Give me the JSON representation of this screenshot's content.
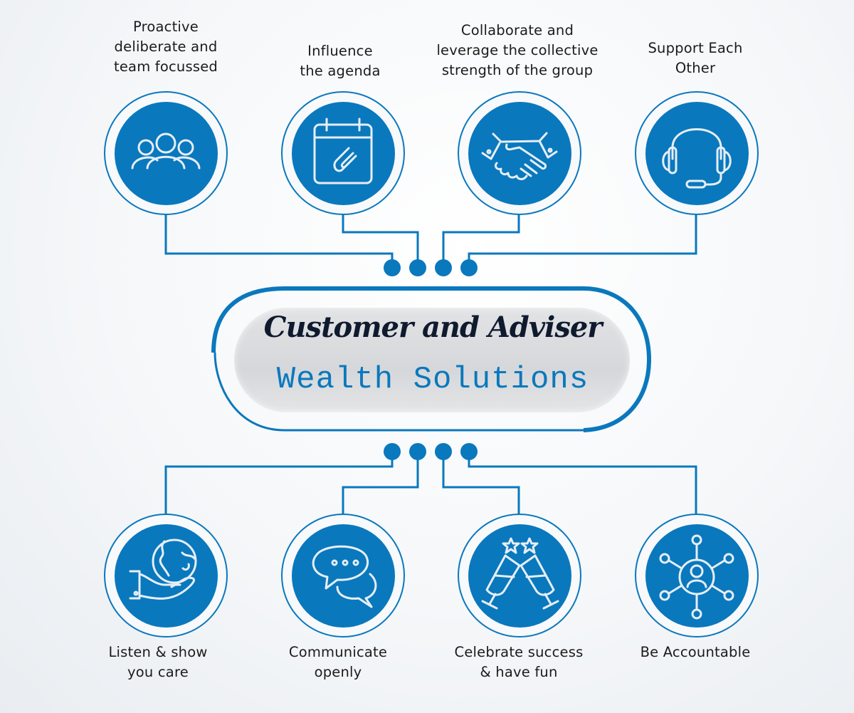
{
  "center": {
    "title_line1": "Customer and Adviser",
    "title_line2": "Wealth Solutions"
  },
  "colors": {
    "accent": "#0a78bd",
    "icon_stroke": "#e6eef5",
    "text": "#1b1b1b",
    "title_dark": "#0f1a2e",
    "pill_fill": "#dcdddf"
  },
  "top_values": [
    {
      "label": "Proactive\ndeliberate and\nteam focussed",
      "icon": "team-icon"
    },
    {
      "label": "Influence\nthe agenda",
      "icon": "calendar-magnet-icon"
    },
    {
      "label": "Collaborate and\nleverage the collective\nstrength of the group",
      "icon": "handshake-icon"
    },
    {
      "label": "Support Each\nOther",
      "icon": "headset-icon"
    }
  ],
  "bottom_values": [
    {
      "label": "Listen & show\nyou care",
      "icon": "hand-globe-icon"
    },
    {
      "label": "Communicate\nopenly",
      "icon": "chat-bubbles-icon"
    },
    {
      "label": "Celebrate success\n& have fun",
      "icon": "champagne-glasses-icon"
    },
    {
      "label": "Be Accountable",
      "icon": "network-person-icon"
    }
  ]
}
